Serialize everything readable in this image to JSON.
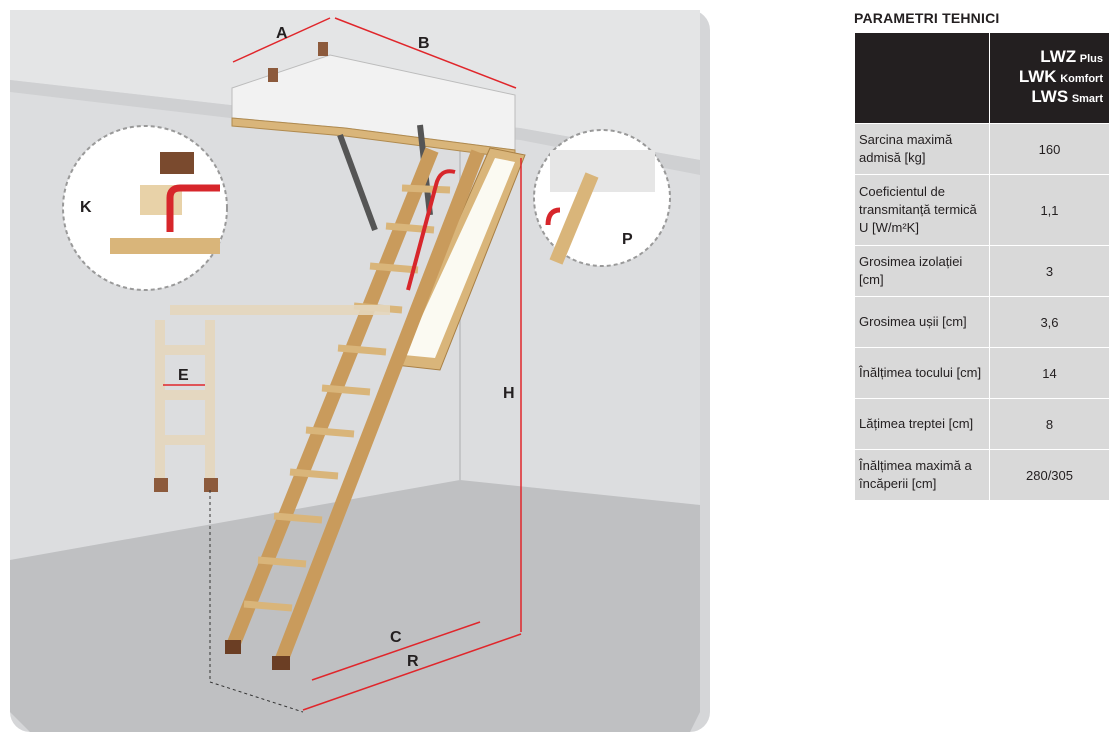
{
  "diagram": {
    "labels": {
      "A": "A",
      "B": "B",
      "K": "K",
      "P": "P",
      "E": "E",
      "H": "H",
      "C": "C",
      "R": "R"
    }
  },
  "specs": {
    "title": "PARAMETRI TEHNICI",
    "models": [
      {
        "name": "LWZ",
        "variant": "Plus"
      },
      {
        "name": "LWK",
        "variant": "Komfort"
      },
      {
        "name": "LWS",
        "variant": "Smart"
      }
    ],
    "rows": [
      {
        "label": "Sarcina maximă admisă [kg]",
        "value": "160"
      },
      {
        "label": "Coeficientul de transmitanță termică U [W/m²K]",
        "value": "1,1"
      },
      {
        "label": "Grosimea izolației [cm]",
        "value": "3"
      },
      {
        "label": "Grosimea ușii [cm]",
        "value": "3,6"
      },
      {
        "label": "Înălțimea tocului [cm]",
        "value": "14"
      },
      {
        "label": "Lățimea treptei [cm]",
        "value": "8"
      },
      {
        "label": "Înălțimea maximă a încăperii [cm]",
        "value": "280/305"
      }
    ]
  },
  "colors": {
    "dimension_line": "#e0262b",
    "header_bg": "#231f20",
    "cell_bg": "#d9d9d9",
    "wood": "#d9b57a"
  }
}
